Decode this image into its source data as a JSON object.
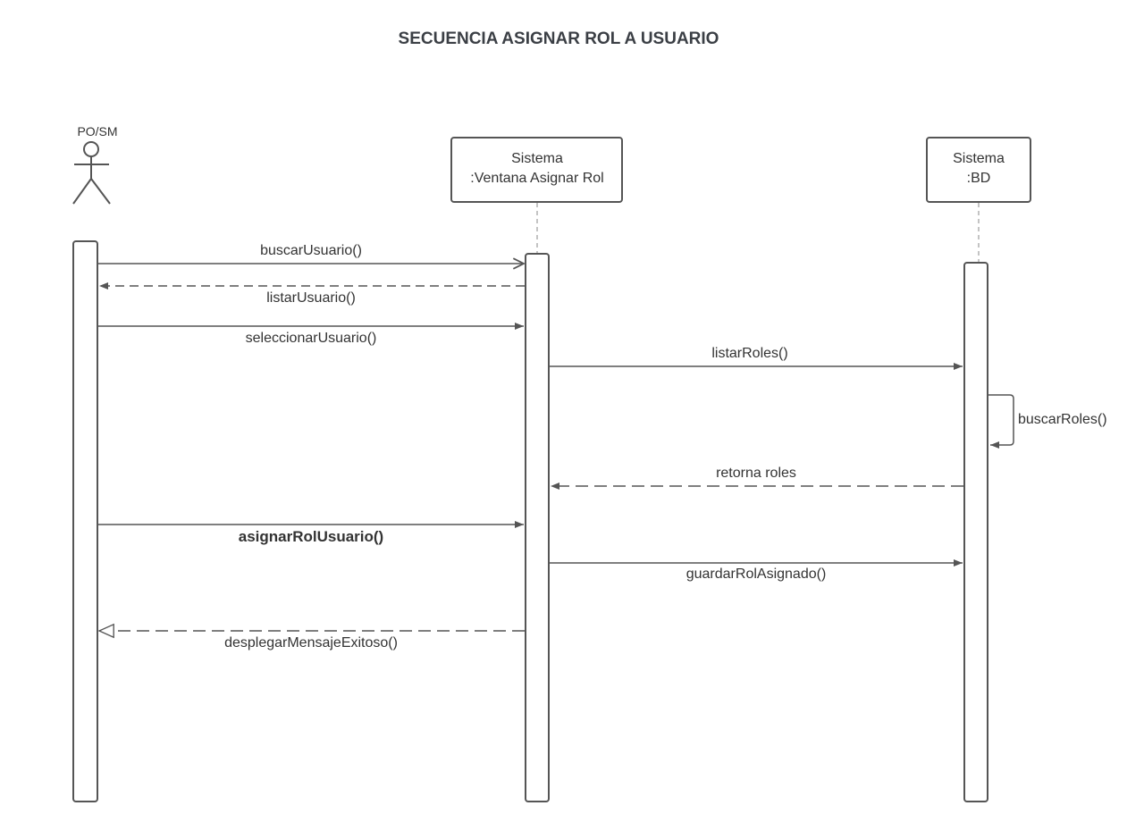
{
  "diagram": {
    "title": "SECUENCIA ASIGNAR ROL A USUARIO",
    "actor": {
      "label": "PO/SM"
    },
    "lifelines": [
      {
        "line1": "Sistema",
        "line2": ":Ventana Asignar Rol"
      },
      {
        "line1": "Sistema",
        "line2": ":BD"
      }
    ],
    "messages": [
      {
        "label": "buscarUsuario()",
        "kind": "call-open"
      },
      {
        "label": "listarUsuario()",
        "kind": "return"
      },
      {
        "label": "seleccionarUsuario()",
        "kind": "call"
      },
      {
        "label": "listarRoles()",
        "kind": "call"
      },
      {
        "label": "buscarRoles()",
        "kind": "self-call"
      },
      {
        "label": "retorna roles",
        "kind": "return"
      },
      {
        "label": "asignarRolUsuario()",
        "kind": "call",
        "emphasis": "bold"
      },
      {
        "label": "guardarRolAsignado()",
        "kind": "call"
      },
      {
        "label": "desplegarMensajeExitoso()",
        "kind": "return-hollow"
      }
    ]
  },
  "colors": {
    "line": "#555555",
    "box_border": "#555555",
    "text": "#333333",
    "title": "#3b3f45"
  }
}
